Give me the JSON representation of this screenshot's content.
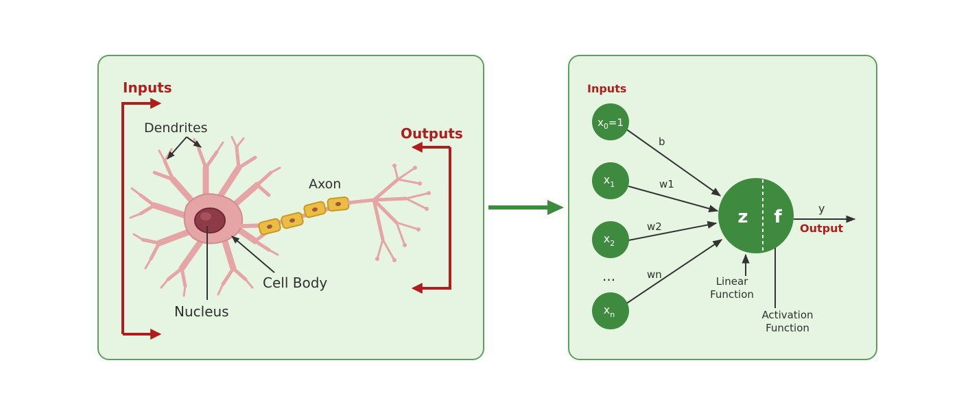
{
  "colors": {
    "panel_fill": "#e6f5e1",
    "panel_border": "#5aa05a",
    "accent_red": "#b01d1d",
    "node_green": "#3e8a3e",
    "neuron_pink": "#e5a4a6",
    "nucleus": "#8e3b48",
    "myelin": "#ebbd45",
    "arrow_green": "#3e8a3e"
  },
  "biological": {
    "inputs_label": "Inputs",
    "outputs_label": "Outputs",
    "dendrites_label": "Dendrites",
    "axon_label": "Axon",
    "cell_body_label": "Cell Body",
    "nucleus_label": "Nucleus"
  },
  "artificial": {
    "inputs_label": "Inputs",
    "nodes": [
      {
        "base": "x",
        "sub": "0",
        "suffix": "=1"
      },
      {
        "base": "x",
        "sub": "1",
        "suffix": ""
      },
      {
        "base": "x",
        "sub": "2",
        "suffix": ""
      },
      {
        "base": "x",
        "sub": "n",
        "suffix": ""
      }
    ],
    "ellipsis": "...",
    "weights": [
      "b",
      "w1",
      "w2",
      "wn"
    ],
    "z_label": "z",
    "f_label": "f",
    "y_label": "y",
    "output_label": "Output",
    "linear_function": [
      "Linear",
      "Function"
    ],
    "activation_function": [
      "Activation",
      "Function"
    ]
  }
}
